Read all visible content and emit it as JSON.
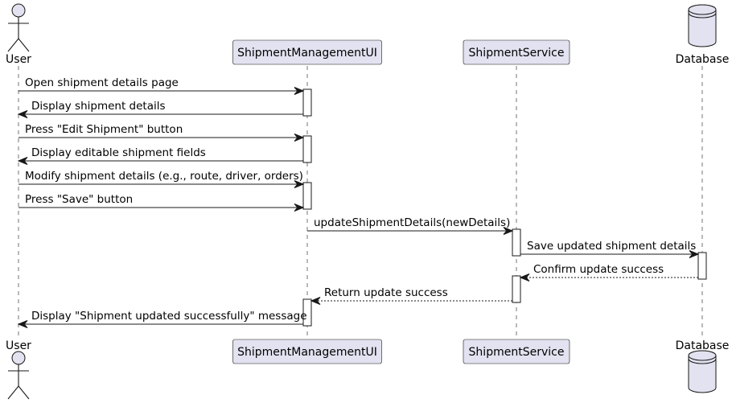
{
  "participants": [
    {
      "id": "user",
      "label": "User",
      "kind": "actor"
    },
    {
      "id": "ui",
      "label": "ShipmentManagementUI",
      "kind": "participant"
    },
    {
      "id": "svc",
      "label": "ShipmentService",
      "kind": "participant"
    },
    {
      "id": "db",
      "label": "Database",
      "kind": "database"
    }
  ],
  "messages": [
    {
      "from": "user",
      "to": "ui",
      "text": "Open shipment details page",
      "style": "solid"
    },
    {
      "from": "ui",
      "to": "user",
      "text": "Display shipment details",
      "style": "solid"
    },
    {
      "from": "user",
      "to": "ui",
      "text": "Press \"Edit Shipment\" button",
      "style": "solid"
    },
    {
      "from": "ui",
      "to": "user",
      "text": "Display editable shipment fields",
      "style": "solid"
    },
    {
      "from": "user",
      "to": "ui",
      "text": "Modify shipment details (e.g., route, driver, orders)",
      "style": "solid"
    },
    {
      "from": "user",
      "to": "ui",
      "text": "Press \"Save\" button",
      "style": "solid"
    },
    {
      "from": "ui",
      "to": "svc",
      "text": "updateShipmentDetails(newDetails)",
      "style": "solid"
    },
    {
      "from": "svc",
      "to": "db",
      "text": "Save updated shipment details",
      "style": "solid"
    },
    {
      "from": "db",
      "to": "svc",
      "text": "Confirm update success",
      "style": "dashed"
    },
    {
      "from": "svc",
      "to": "ui",
      "text": "Return update success",
      "style": "dashed"
    },
    {
      "from": "ui",
      "to": "user",
      "text": "Display \"Shipment updated successfully\" message",
      "style": "solid"
    }
  ],
  "activations": [
    {
      "participant": "ui",
      "from_message": 0,
      "to_message": 1
    },
    {
      "participant": "ui",
      "from_message": 2,
      "to_message": 3
    },
    {
      "participant": "ui",
      "from_message": 4,
      "to_message": 5
    },
    {
      "participant": "svc",
      "from_message": 6,
      "to_message": 7
    },
    {
      "participant": "db",
      "from_message": 7,
      "to_message": 8
    },
    {
      "participant": "svc",
      "from_message": 8,
      "to_message": 9
    },
    {
      "participant": "ui",
      "from_message": 9,
      "to_message": 10
    }
  ],
  "colors": {
    "participant_fill": "#E2E2F0",
    "line": "#181818",
    "text": "#000000"
  }
}
